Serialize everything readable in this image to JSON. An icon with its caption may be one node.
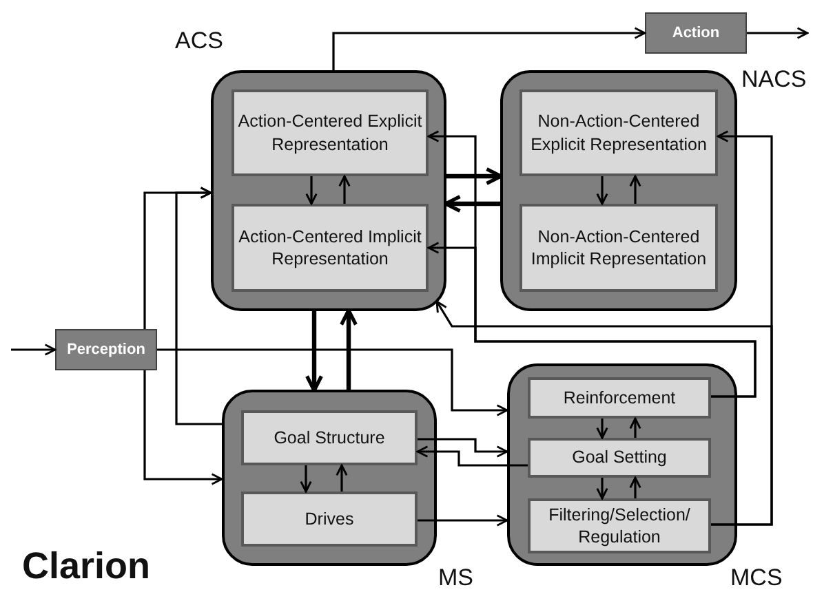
{
  "diagram": {
    "title": "Clarion",
    "nodes": [
      {
        "text": [
          "ACS"
        ]
      },
      {
        "text": [
          "Action-Centered Explicit Representation"
        ],
        "in": 0
      },
      {
        "text": [
          "Action-Centered Implicit Representation"
        ],
        "in": 0
      },
      {
        "text": [
          "NACS"
        ]
      },
      {
        "text": [
          "Non-Action-Centered Explicit Representation"
        ],
        "in": 3
      },
      {
        "text": [
          "Non-Action-Centered Implicit Representation"
        ],
        "in": 3
      },
      {
        "text": [
          "Action"
        ]
      },
      {
        "text": [
          "Perception"
        ]
      },
      {
        "text": [
          "MS"
        ]
      },
      {
        "text": [
          "Goal Structure"
        ],
        "in": 8
      },
      {
        "text": [
          "Drives"
        ],
        "in": 8
      },
      {
        "text": [
          "MCS"
        ]
      },
      {
        "text": [
          "Reinforcement"
        ],
        "in": 11
      },
      {
        "text": [
          "Goal Setting"
        ],
        "in": 11
      },
      {
        "text": [
          "Filtering/Selection/ Regulation"
        ],
        "in": 11
      }
    ],
    "edges": [
      {
        "from": 0,
        "to": 6,
        "arrow": "to"
      },
      {
        "from": 6,
        "to": null,
        "arrow": "to"
      },
      {
        "from": null,
        "to": 7,
        "arrow": "to"
      },
      {
        "from": 7,
        "to": 0,
        "arrow": "to"
      },
      {
        "from": 7,
        "to": 8,
        "arrow": "to"
      },
      {
        "from": 7,
        "to": 11,
        "arrow": "to"
      },
      {
        "from": 8,
        "to": 0,
        "arrow": "to"
      },
      {
        "from": 1,
        "to": 2,
        "arrow": "to"
      },
      {
        "from": 2,
        "to": 1,
        "arrow": "to"
      },
      {
        "from": 0,
        "to": 3,
        "arrow": "to",
        "style": "thick"
      },
      {
        "from": 3,
        "to": 0,
        "arrow": "to",
        "style": "thick"
      },
      {
        "from": 4,
        "to": 5,
        "arrow": "to"
      },
      {
        "from": 5,
        "to": 4,
        "arrow": "to"
      },
      {
        "from": 0,
        "to": 8,
        "arrow": "to",
        "style": "thick"
      },
      {
        "from": 8,
        "to": 0,
        "arrow": "to",
        "style": "thick"
      },
      {
        "from": 9,
        "to": 10,
        "arrow": "to"
      },
      {
        "from": 10,
        "to": 9,
        "arrow": "to"
      },
      {
        "from": 12,
        "to": 13,
        "arrow": "to"
      },
      {
        "from": 13,
        "to": 12,
        "arrow": "to"
      },
      {
        "from": 13,
        "to": 14,
        "arrow": "to"
      },
      {
        "from": 14,
        "to": 13,
        "arrow": "to"
      },
      {
        "from": 9,
        "to": 11,
        "arrow": "to"
      },
      {
        "from": 13,
        "to": 9,
        "arrow": "to"
      },
      {
        "from": 10,
        "to": 11,
        "arrow": "to"
      },
      {
        "from": 12,
        "to": 1,
        "arrow": "to"
      },
      {
        "from": 12,
        "to": 2,
        "arrow": "to"
      },
      {
        "from": 14,
        "to": 0,
        "arrow": "to"
      },
      {
        "from": 14,
        "to": 4,
        "arrow": "to"
      }
    ]
  }
}
